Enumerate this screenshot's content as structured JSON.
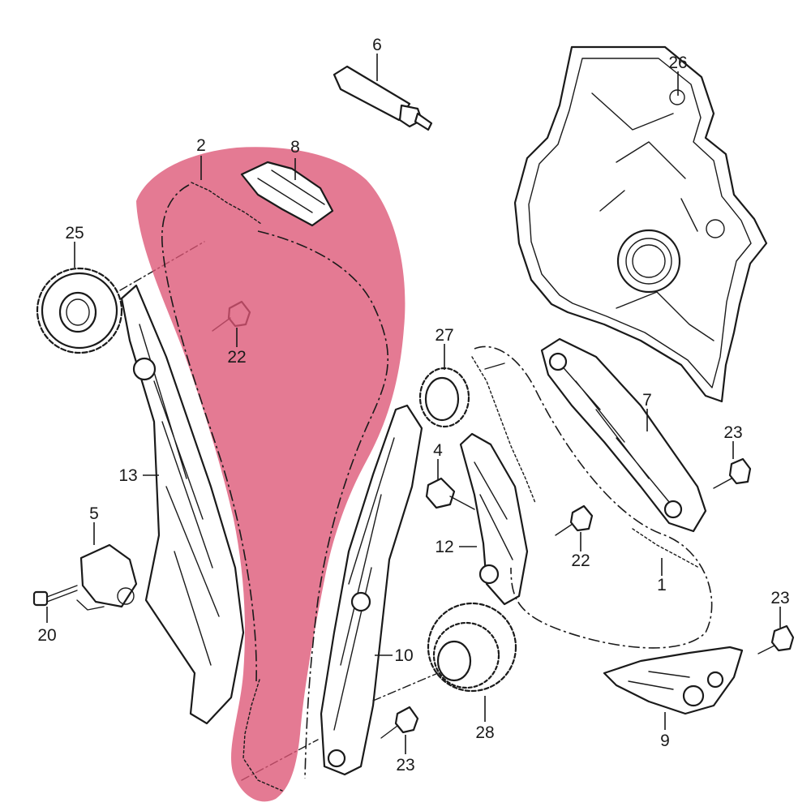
{
  "diagram": {
    "highlight_color": "#dc5474",
    "highlight_opacity": 0.78,
    "callouts": [
      {
        "id": "c1",
        "label": "1"
      },
      {
        "id": "c2",
        "label": "2"
      },
      {
        "id": "c4",
        "label": "4"
      },
      {
        "id": "c5",
        "label": "5"
      },
      {
        "id": "c6",
        "label": "6"
      },
      {
        "id": "c7",
        "label": "7"
      },
      {
        "id": "c8",
        "label": "8"
      },
      {
        "id": "c9",
        "label": "9"
      },
      {
        "id": "c10",
        "label": "10"
      },
      {
        "id": "c12",
        "label": "12"
      },
      {
        "id": "c13",
        "label": "13"
      },
      {
        "id": "c20",
        "label": "20"
      },
      {
        "id": "c22a",
        "label": "22"
      },
      {
        "id": "c22b",
        "label": "22"
      },
      {
        "id": "c23a",
        "label": "23"
      },
      {
        "id": "c23b",
        "label": "23"
      },
      {
        "id": "c23c",
        "label": "23"
      },
      {
        "id": "c25",
        "label": "25"
      },
      {
        "id": "c26",
        "label": "26"
      },
      {
        "id": "c27",
        "label": "27"
      },
      {
        "id": "c28",
        "label": "28"
      }
    ]
  }
}
